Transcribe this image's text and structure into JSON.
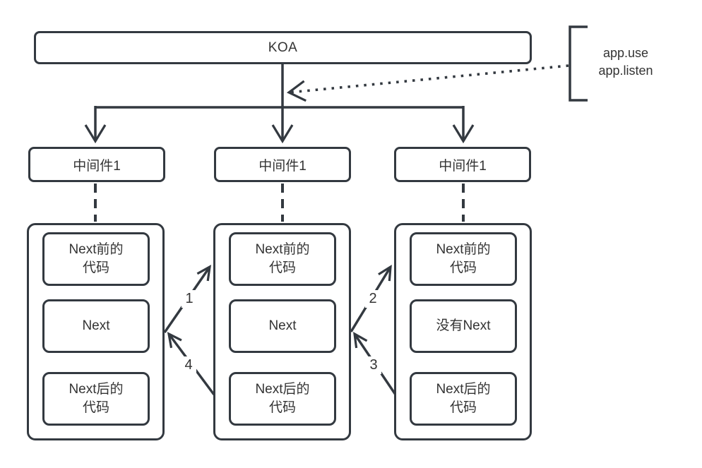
{
  "diagram": {
    "koa_label": "KOA",
    "annotation": {
      "lines": [
        "app.use",
        "app.listen"
      ]
    },
    "middleware_boxes": [
      {
        "label": "中间件1"
      },
      {
        "label": "中间件1"
      },
      {
        "label": "中间件1"
      }
    ],
    "containers": [
      {
        "boxes": [
          {
            "lines": [
              "Next前的",
              "代码"
            ]
          },
          {
            "lines": [
              "Next"
            ]
          },
          {
            "lines": [
              "Next后的",
              "代码"
            ]
          }
        ]
      },
      {
        "boxes": [
          {
            "lines": [
              "Next前的",
              "代码"
            ]
          },
          {
            "lines": [
              "Next"
            ]
          },
          {
            "lines": [
              "Next后的",
              "代码"
            ]
          }
        ]
      },
      {
        "boxes": [
          {
            "lines": [
              "Next前的",
              "代码"
            ]
          },
          {
            "lines": [
              "没有Next"
            ]
          },
          {
            "lines": [
              "Next后的",
              "代码"
            ]
          }
        ]
      }
    ],
    "flow_step_labels": [
      "1",
      "2",
      "3",
      "4"
    ],
    "colors": {
      "ink": "#333940",
      "text": "#333333",
      "background": "#ffffff"
    }
  }
}
